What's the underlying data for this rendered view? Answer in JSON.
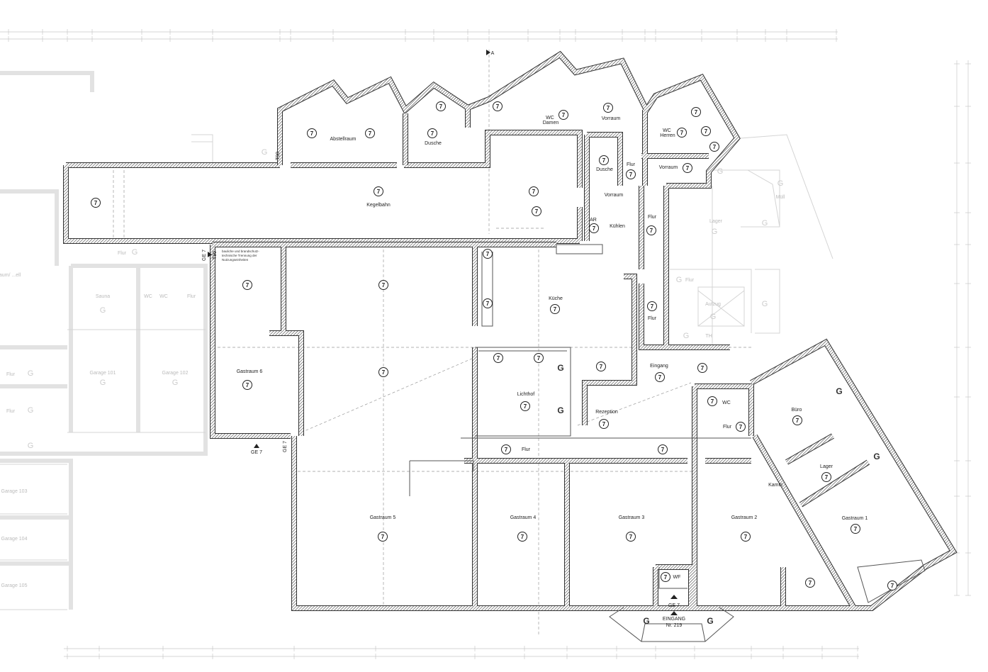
{
  "plan": {
    "axis_label": "A",
    "room_marker": "7",
    "existing_marker": "G",
    "rooms": {
      "abstellraum": "Abstellraum",
      "dusche_top": "Dusche",
      "wc_damen_1": "WC",
      "wc_damen_2": "Damen",
      "vorraum_top": "Vorraum",
      "wc_herren_1": "WC",
      "wc_herren_2": "Herren",
      "vorraum_right": "Vorraum",
      "dusche_mid": "Dusche",
      "flur_top": "Flur",
      "kegelbahn": "Kegelbahn",
      "vorraum_mid": "Vorraum",
      "ar": "AR",
      "kuehlen": "Kühlen",
      "flur_a": "Flur",
      "flur_b": "Flur",
      "kueche": "Küche",
      "eingang": "Eingang",
      "gastraum6": "Gastraum 6",
      "lichthof": "Lichthof",
      "rezeption": "Rezeption",
      "wc": "WC",
      "flur_wc": "Flur",
      "buero": "Büro",
      "lager": "Lager",
      "kamin": "Kamin",
      "gastraum1": "Gastraum 1",
      "flur_corridor": "Flur",
      "gastraum5": "Gastraum 5",
      "gastraum4": "Gastraum 4",
      "gastraum3": "Gastraum 3",
      "gastraum2": "Gastraum 2",
      "wf": "WF"
    },
    "exits": {
      "ge7_left": "GE 7",
      "ge7_bottom": "GE 7",
      "ge7_side": "GE 7",
      "ge7_entrance": "GE 7",
      "t90_top": "T90",
      "t90_left": "T90",
      "entrance_1": "EINGANG",
      "entrance_2": "Nr. 219"
    },
    "note_lines": [
      "bauliche und brandschutz-",
      "technische Trennung der",
      "Nutzungseinheiten"
    ],
    "neighbour_rooms": {
      "flur1": "Flur",
      "sauna": "Sauna",
      "wc1": "WC",
      "wc2": "WC",
      "flur2": "Flur",
      "garage101": "Garage 101",
      "garage102": "Garage 102",
      "garage103": "Garage 103",
      "garage104": "Garage 104",
      "garage105": "Garage 105",
      "flur3": "Flur",
      "flur4": "Flur",
      "raum": "...raum/ ...ell",
      "lager": "Lager",
      "aufzug": "Aufzug",
      "th": "TH",
      "muell": "Müll",
      "flur5": "Flur"
    },
    "colors": {
      "wall": "#333333",
      "neighbour": "#d4d4d4"
    }
  }
}
